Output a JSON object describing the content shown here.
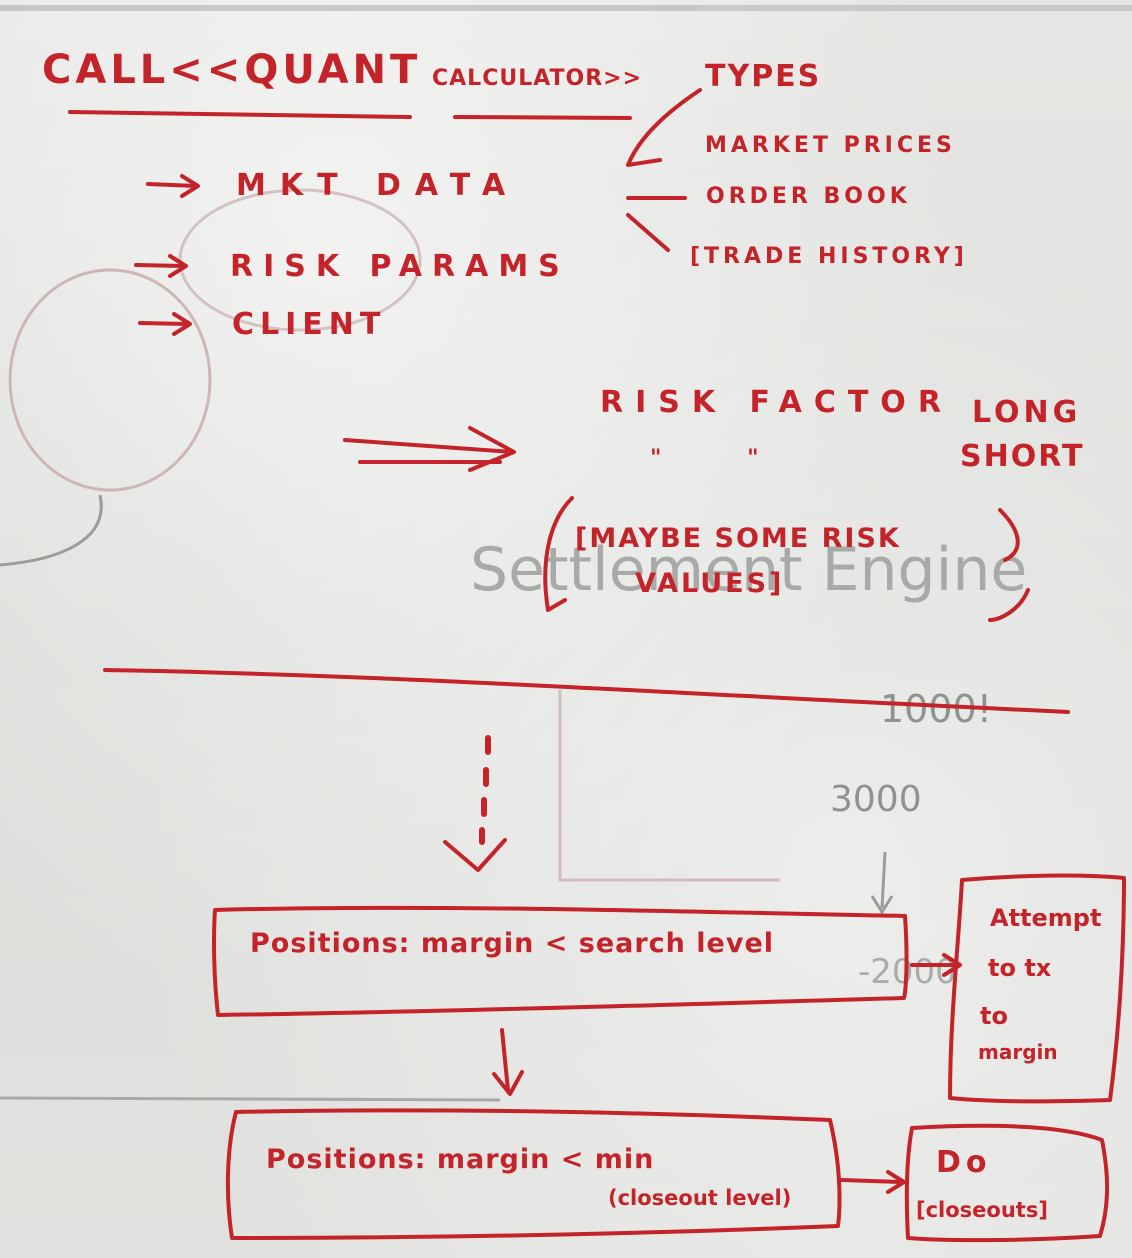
{
  "header": {
    "call_prefix": "CALL<<QUANT",
    "call_suffix": "CALCULATOR>>",
    "types": "TYPES"
  },
  "inputs": [
    {
      "label": "MKT DATA"
    },
    {
      "label": "RISK PARAMS"
    },
    {
      "label": "CLIENT"
    }
  ],
  "data_types": [
    {
      "label": "MARKET PRICES"
    },
    {
      "label": "ORDER BOOK"
    },
    {
      "label": "[TRADE HISTORY]"
    }
  ],
  "risk_factor": {
    "line1": "RISK FACTOR",
    "long": "LONG",
    "short": "SHORT",
    "ditto": "\"       \""
  },
  "maybe_note": {
    "line1": "[MAYBE SOME RISK",
    "line2": "VALUES]"
  },
  "background_marks": {
    "settlement": "Settlement Engine",
    "n1000": "1000!",
    "n3000": "3000",
    "n2000": "-2000"
  },
  "flow": {
    "box1": {
      "label": "Positions: margin < search level"
    },
    "box2": {
      "line1": "Positions: margin < min",
      "line2": "(closeout level)"
    },
    "side1": {
      "line1": "Attempt",
      "line2": "to tx",
      "line3": "to",
      "line4": "margin"
    },
    "side2": {
      "line1": "Do",
      "line2": "[closeouts]"
    }
  },
  "colors": {
    "ink_red": "#c4232a",
    "ghost_grey": "#8f9390",
    "board": "#e2e3e0"
  }
}
